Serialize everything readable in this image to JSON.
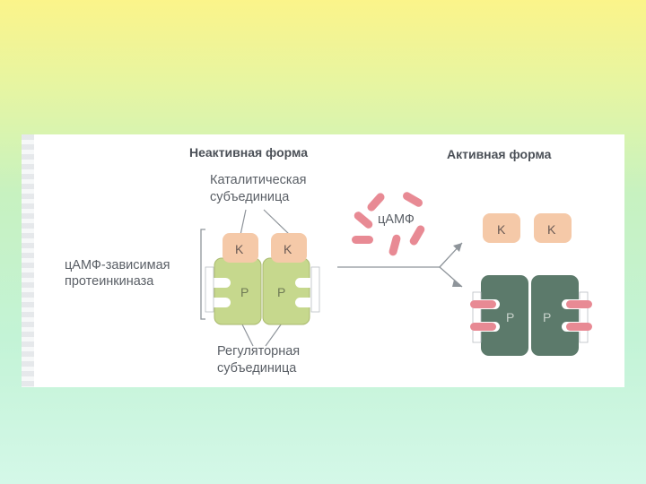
{
  "titles": {
    "inactive": "Неактивная форма",
    "active": "Активная форма"
  },
  "labels": {
    "catalytic_1": "Каталитическая",
    "catalytic_2": "субъединица",
    "kinase_1": "цАМФ-зависимая",
    "kinase_2": "протеинкиназа",
    "regulatory_1": "Регуляторная",
    "regulatory_2": "субъединица",
    "camp": "цАМФ"
  },
  "subunits": {
    "catalytic": "K",
    "regulatory": "P"
  },
  "colors": {
    "catalytic": "#f5c9a8",
    "regulatory_inactive": "#c6d88d",
    "regulatory_active": "#5c7a6b",
    "camp": "#e88a94",
    "background_top": "#fbf48a",
    "background_bottom": "#c3f3d6"
  }
}
